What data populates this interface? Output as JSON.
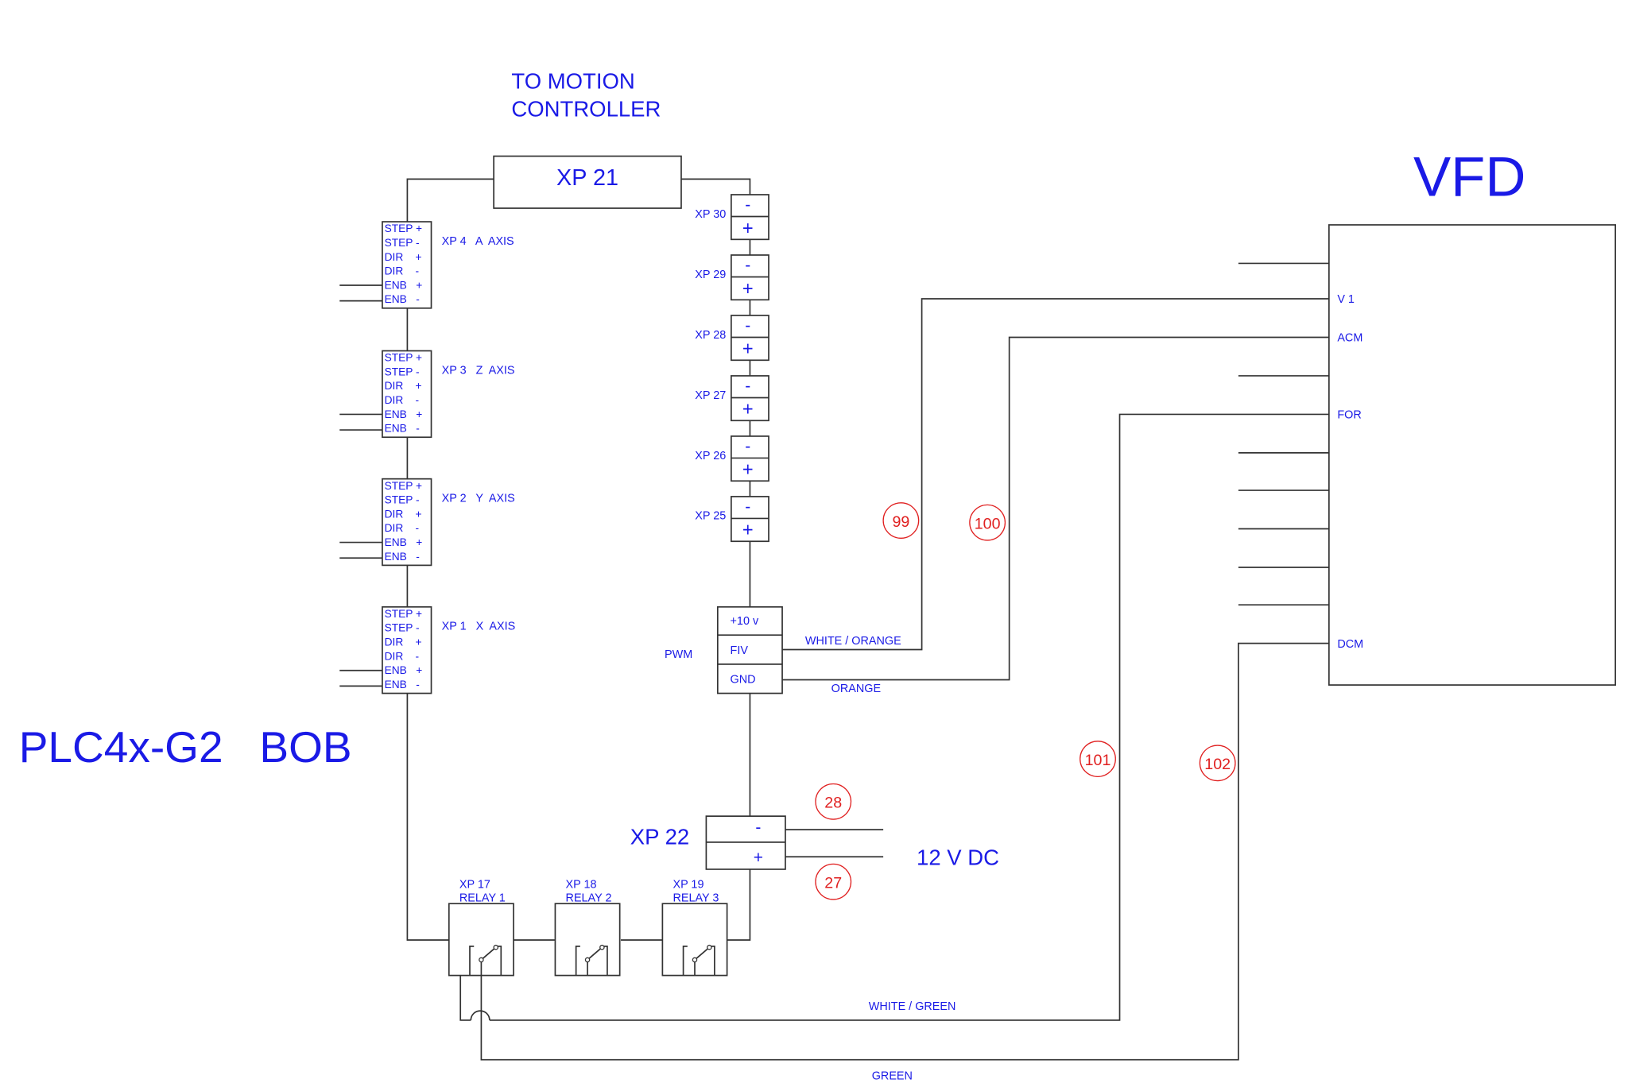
{
  "titles": {
    "motion_controller": [
      "TO MOTION",
      "CONTROLLER"
    ],
    "bob": "PLC4x-G2   BOB",
    "vfd": "VFD",
    "supply": "12 V DC",
    "pwm": "PWM"
  },
  "xp21": "XP 21",
  "axis_connectors": [
    {
      "label": "XP 4   A  AXIS",
      "pins": [
        "STEP +",
        "STEP -",
        "DIR    +",
        "DIR    -",
        "ENB   +",
        "ENB   -"
      ]
    },
    {
      "label": "XP 3   Z  AXIS",
      "pins": [
        "STEP +",
        "STEP -",
        "DIR    +",
        "DIR    -",
        "ENB   +",
        "ENB   -"
      ]
    },
    {
      "label": "XP 2   Y  AXIS",
      "pins": [
        "STEP +",
        "STEP -",
        "DIR    +",
        "DIR    -",
        "ENB   +",
        "ENB   -"
      ]
    },
    {
      "label": "XP 1   X  AXIS",
      "pins": [
        "STEP +",
        "STEP -",
        "DIR    +",
        "DIR    -",
        "ENB   +",
        "ENB   -"
      ]
    }
  ],
  "terminal_pairs": [
    {
      "label": "XP 30",
      "top": "-",
      "bottom": "+"
    },
    {
      "label": "XP 29",
      "top": "-",
      "bottom": "+"
    },
    {
      "label": "XP 28",
      "top": "-",
      "bottom": "+"
    },
    {
      "label": "XP 27",
      "top": "-",
      "bottom": "+"
    },
    {
      "label": "XP 26",
      "top": "-",
      "bottom": "+"
    },
    {
      "label": "XP 25",
      "top": "-",
      "bottom": "+"
    }
  ],
  "pwm_block": [
    "+10 v",
    "FIV",
    "GND"
  ],
  "xp22": {
    "label": "XP 22",
    "top": "-",
    "bottom": "+"
  },
  "relays": [
    {
      "id": "XP 17",
      "name": "RELAY 1"
    },
    {
      "id": "XP 18",
      "name": "RELAY 2"
    },
    {
      "id": "XP 19",
      "name": "RELAY 3"
    }
  ],
  "vfd_pins": [
    "V 1",
    "ACM",
    "FOR",
    "DCM"
  ],
  "wire_colors": {
    "white_orange": "WHITE / ORANGE",
    "orange": "ORANGE",
    "white_green": "WHITE / GREEN",
    "green": "GREEN"
  },
  "wire_numbers": [
    "99",
    "100",
    "101",
    "102",
    "28",
    "27"
  ],
  "colors": {
    "text": "#1a1ae6",
    "wire_number": "#e02020",
    "line": "#333333"
  }
}
